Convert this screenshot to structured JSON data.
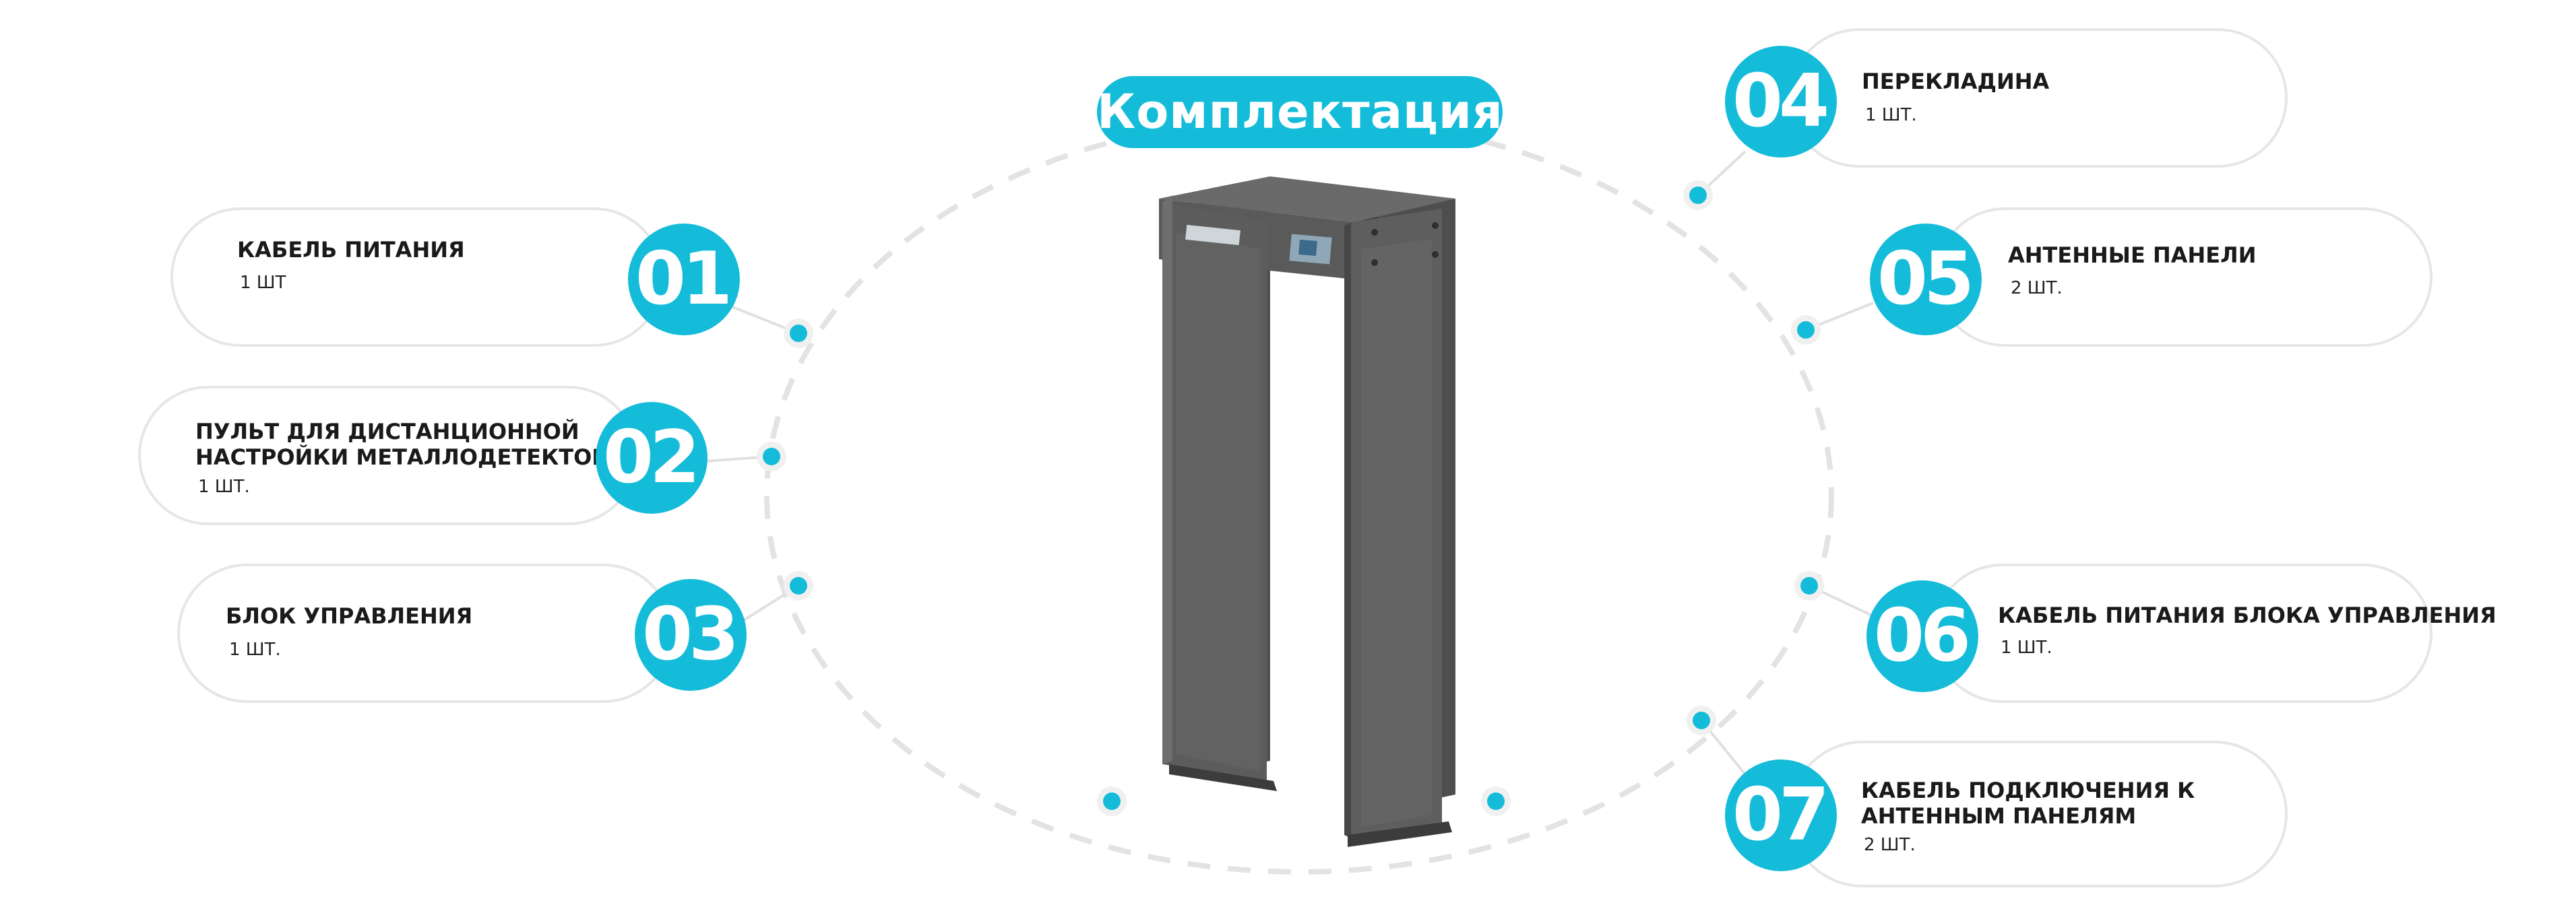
{
  "title": "Комплектация",
  "colors": {
    "accent": "#14bcd9",
    "border": "#e6e6e6",
    "dash": "#e3e3e3",
    "frame": "#5b5b5b"
  },
  "items": [
    {
      "num": "01",
      "title": "КАБЕЛЬ ПИТАНИЯ",
      "qty": "1 ШТ"
    },
    {
      "num": "02",
      "title_line1": "ПУЛЬТ ДЛЯ ДИСТАНЦИОННОЙ",
      "title_line2": "НАСТРОЙКИ МЕТАЛЛОДЕТЕКТОРА",
      "qty": "1 ШТ."
    },
    {
      "num": "03",
      "title": "БЛОК УПРАВЛЕНИЯ",
      "qty": "1 ШТ."
    },
    {
      "num": "04",
      "title": "ПЕРЕКЛАДИНА",
      "qty": "1 ШТ."
    },
    {
      "num": "05",
      "title": "АНТЕННЫЕ ПАНЕЛИ",
      "qty": "2 ШТ."
    },
    {
      "num": "06",
      "title": "КАБЕЛЬ ПИТАНИЯ БЛОКА УПРАВЛЕНИЯ",
      "qty": "1 ШТ."
    },
    {
      "num": "07",
      "title_line1": "КАБЕЛЬ ПОДКЛЮЧЕНИЯ К",
      "title_line2": "АНТЕННЫМ ПАНЕЛЯМ",
      "qty": "2 ШТ."
    }
  ]
}
